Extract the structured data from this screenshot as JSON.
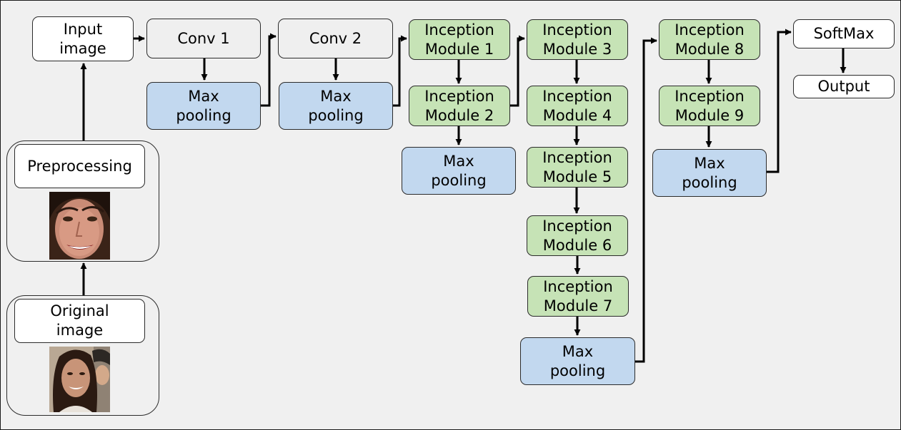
{
  "nodes": {
    "input_image": "Input\nimage",
    "conv1": "Conv 1",
    "conv2": "Conv 2",
    "maxpool_1": "Max\npooling",
    "maxpool_2": "Max\npooling",
    "inception_1": "Inception\nModule 1",
    "inception_2": "Inception\nModule 2",
    "maxpool_3": "Max\npooling",
    "inception_3": "Inception\nModule 3",
    "inception_4": "Inception\nModule 4",
    "inception_5": "Inception\nModule 5",
    "inception_6": "Inception\nModule 6",
    "inception_7": "Inception\nModule 7",
    "maxpool_4": "Max\npooling",
    "inception_8": "Inception\nModule 8",
    "inception_9": "Inception\nModule 9",
    "maxpool_5": "Max\npooling",
    "softmax": "SoftMax",
    "output": "Output",
    "preprocessing": "Preprocessing",
    "original_image": "Original\nimage"
  },
  "colors": {
    "input_output": "#ffffff",
    "conv": "#efefef",
    "pooling": "#c2d8ef",
    "inception": "#c6e3b6",
    "background": "#f0f0f0",
    "stroke": "#000000"
  },
  "edges": [
    [
      "original_image",
      "preprocessing"
    ],
    [
      "preprocessing",
      "input_image"
    ],
    [
      "input_image",
      "conv1"
    ],
    [
      "conv1",
      "maxpool_1"
    ],
    [
      "maxpool_1",
      "conv2"
    ],
    [
      "conv2",
      "maxpool_2"
    ],
    [
      "maxpool_2",
      "inception_1"
    ],
    [
      "inception_1",
      "inception_2"
    ],
    [
      "inception_2",
      "maxpool_3"
    ],
    [
      "inception_2",
      "inception_3"
    ],
    [
      "inception_3",
      "inception_4"
    ],
    [
      "inception_4",
      "inception_5"
    ],
    [
      "inception_5",
      "inception_6"
    ],
    [
      "inception_6",
      "inception_7"
    ],
    [
      "inception_7",
      "maxpool_4"
    ],
    [
      "maxpool_4",
      "inception_8"
    ],
    [
      "inception_8",
      "inception_9"
    ],
    [
      "inception_9",
      "maxpool_5"
    ],
    [
      "maxpool_5",
      "softmax"
    ],
    [
      "softmax",
      "output"
    ]
  ]
}
